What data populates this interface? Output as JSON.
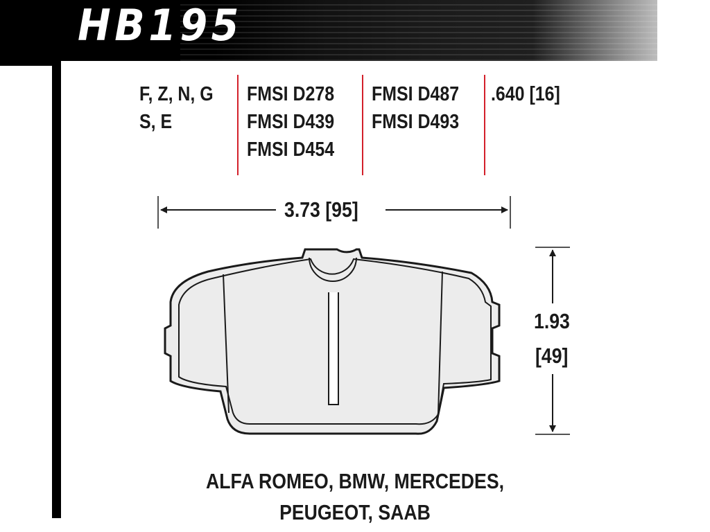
{
  "header": {
    "part_number": "HB195"
  },
  "specs": {
    "compounds": [
      "F, Z, N, G",
      "S, E"
    ],
    "fmsi_col1": [
      "FMSI D278",
      "FMSI D439",
      "FMSI D454"
    ],
    "fmsi_col2": [
      "FMSI D487",
      "FMSI D493"
    ],
    "thickness": ".640 [16]"
  },
  "dimensions": {
    "width": "3.73 [95]",
    "height_in": "1.93",
    "height_mm": "[49]"
  },
  "vehicles": [
    "ALFA ROMEO, BMW, MERCEDES,",
    "PEUGEOT, SAAB"
  ],
  "colors": {
    "divider": "#d3202a",
    "pad_fill": "#ececec",
    "outline": "#1a1a1a"
  }
}
